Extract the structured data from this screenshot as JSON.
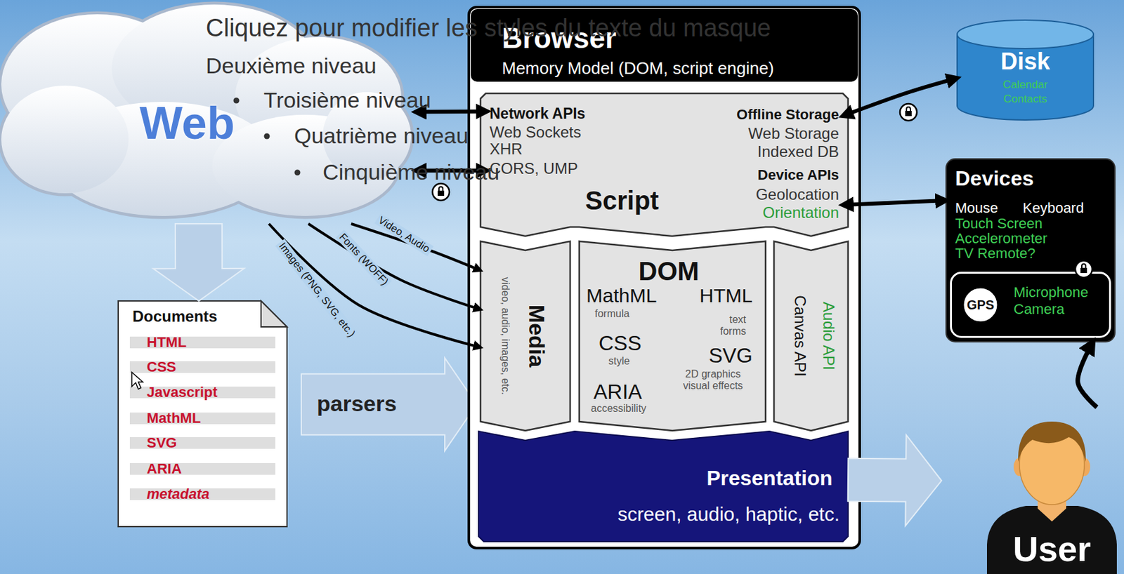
{
  "diagram": {
    "nodes": [
      {
        "text": [
          "Web"
        ]
      },
      {
        "text": [
          "Documents",
          "HTML",
          "CSS",
          "Javascript",
          "MathML",
          "SVG",
          "ARIA",
          "metadata"
        ]
      },
      {
        "text": [
          "parsers"
        ]
      },
      {
        "text": [
          "Browser",
          "Memory Model (DOM, script engine)"
        ]
      },
      {
        "text": [
          "Script"
        ],
        "in": 3
      },
      {
        "text": [
          "Network APIs",
          "Web Sockets",
          "XHR",
          "CORS, UMP"
        ],
        "in": 4
      },
      {
        "text": [
          "Offline Storage",
          "Web Storage",
          "Indexed DB"
        ],
        "in": 4
      },
      {
        "text": [
          "Device APIs",
          "Geolocation",
          "Orientation"
        ],
        "in": 4
      },
      {
        "text": [
          "Media",
          "video, audio, images, etc."
        ],
        "in": 3
      },
      {
        "text": [
          "DOM",
          "MathML",
          "formula",
          "HTML",
          "text forms",
          "CSS",
          "style",
          "SVG",
          "2D graphics visual effects",
          "ARIA",
          "accessibility"
        ],
        "in": 3
      },
      {
        "text": [
          "Canvas API",
          "Audio API"
        ],
        "in": 3
      },
      {
        "text": [
          "Presentation",
          "screen, audio, haptic, etc."
        ],
        "in": 3
      },
      {
        "text": [
          "Disk",
          "Calendar",
          "Contacts"
        ]
      },
      {
        "text": [
          "Devices",
          "Mouse",
          "Keyboard",
          "Touch Screen",
          "Accelerometer",
          "TV Remote?"
        ]
      },
      {
        "text": [
          "Microphone",
          "Camera"
        ],
        "in": 13
      },
      {
        "text": [
          "GPS"
        ],
        "in": 14
      },
      {
        "text": [
          "User"
        ]
      }
    ],
    "edges": [
      {
        "from": 0,
        "to": 5,
        "arrow": "both"
      },
      {
        "from": 0,
        "to": 5,
        "arrow": "both"
      },
      {
        "from": 0,
        "to": 8,
        "label": "Video, Audio",
        "arrow": "to"
      },
      {
        "from": 0,
        "to": 8,
        "label": "Fonts (WOFF)",
        "arrow": "to"
      },
      {
        "from": 0,
        "to": 8,
        "label": "Images (PNG, SVG, etc.)",
        "arrow": "to"
      },
      {
        "from": 0,
        "to": 1,
        "arrow": "to"
      },
      {
        "from": 6,
        "to": 12,
        "arrow": "both"
      },
      {
        "from": 7,
        "to": 13,
        "arrow": "both"
      },
      {
        "from": 11,
        "to": 16,
        "arrow": "to"
      },
      {
        "from": 16,
        "to": 13,
        "arrow": "to"
      }
    ],
    "labels": [
      "Cliquez pour modifier les styles du texte du masque",
      "Deuxième niveau",
      "Troisième niveau",
      "Quatrième niveau",
      "Cinquième niveau"
    ]
  }
}
